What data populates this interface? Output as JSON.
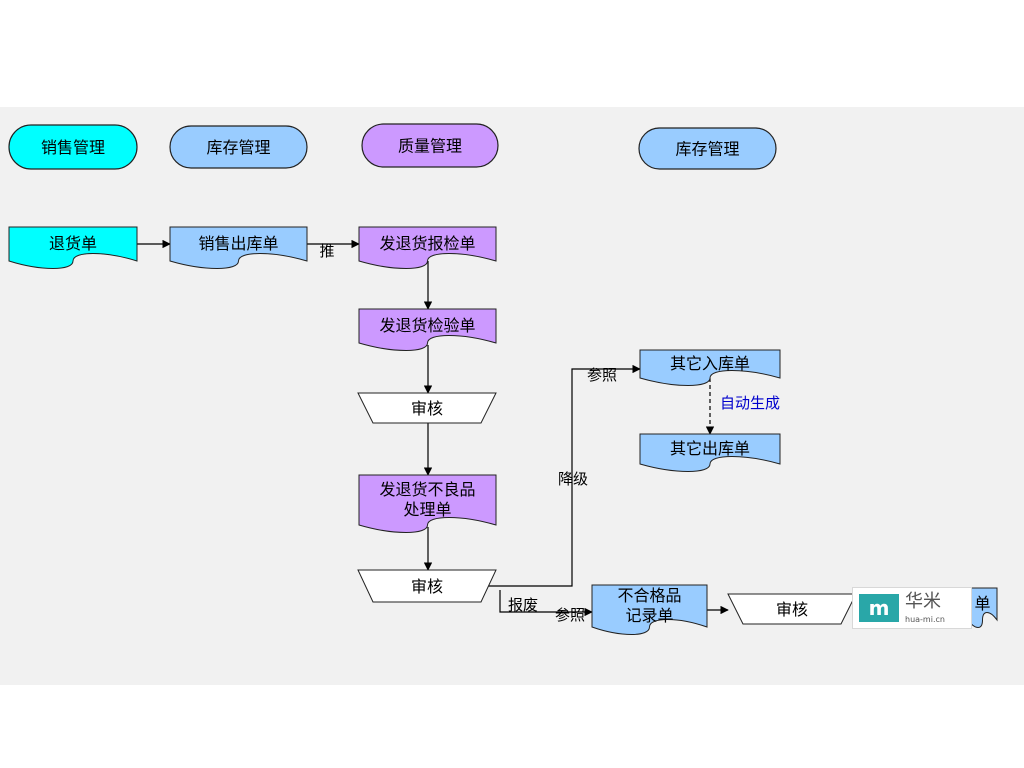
{
  "colors": {
    "cyan": "#00ffff",
    "blue": "#99ccff",
    "purple": "#cc99ff",
    "white": "#ffffff",
    "auto_label": "#0000cc"
  },
  "headers": [
    {
      "id": "sales",
      "label": "销售管理",
      "color": "cyan"
    },
    {
      "id": "inv1",
      "label": "库存管理",
      "color": "blue"
    },
    {
      "id": "quality",
      "label": "质量管理",
      "color": "purple"
    },
    {
      "id": "inv2",
      "label": "库存管理",
      "color": "blue"
    }
  ],
  "docs": [
    {
      "id": "return_order",
      "lines": [
        "退货单"
      ],
      "color": "cyan"
    },
    {
      "id": "sales_out",
      "lines": [
        "销售出库单"
      ],
      "color": "blue"
    },
    {
      "id": "inspect_req",
      "lines": [
        "发退货报检单"
      ],
      "color": "purple"
    },
    {
      "id": "inspect_doc",
      "lines": [
        "发退货检验单"
      ],
      "color": "purple"
    },
    {
      "id": "defect_proc",
      "lines": [
        "发退货不良品",
        "处理单"
      ],
      "color": "purple"
    },
    {
      "id": "other_in",
      "lines": [
        "其它入库单"
      ],
      "color": "blue"
    },
    {
      "id": "other_out",
      "lines": [
        "其它出库单"
      ],
      "color": "blue"
    },
    {
      "id": "nonconform",
      "lines": [
        "不合格品",
        "记录单"
      ],
      "color": "blue"
    },
    {
      "id": "last_doc",
      "lines": [
        "单"
      ],
      "color": "blue"
    }
  ],
  "reviews": [
    {
      "id": "review1",
      "label": "审核"
    },
    {
      "id": "review2",
      "label": "审核"
    },
    {
      "id": "review3",
      "label": "审核"
    }
  ],
  "edge_labels": {
    "push": "推",
    "reference1": "参照",
    "auto_gen": "自动生成",
    "downgrade": "降级",
    "scrap": "报废",
    "reference2": "参照"
  },
  "watermark": {
    "logo": "m",
    "name": "华米",
    "url": "hua-mi.cn"
  }
}
